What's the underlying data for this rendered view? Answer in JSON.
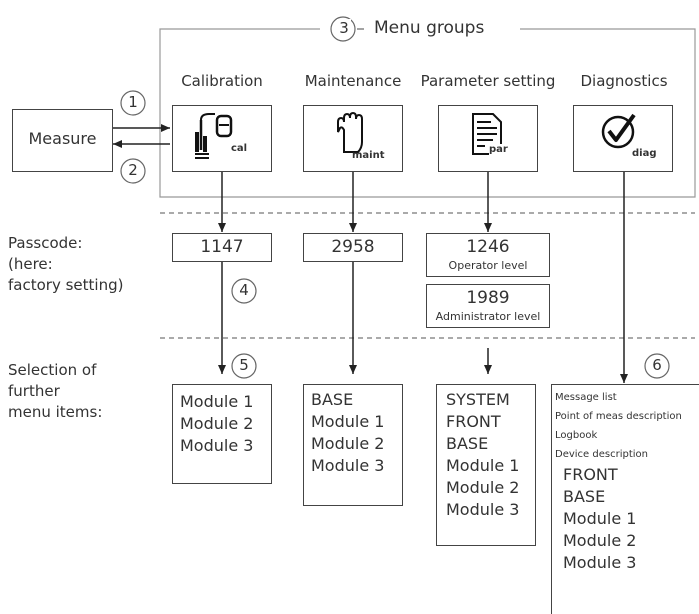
{
  "menu_groups": {
    "number": "3",
    "label": "Menu groups",
    "groups": [
      {
        "title": "Calibration",
        "icon_label": "cal",
        "icon": "calibration-icon"
      },
      {
        "title": "Maintenance",
        "icon_label": "maint",
        "icon": "hand-icon"
      },
      {
        "title": "Parameter setting",
        "icon_label": "par",
        "icon": "document-icon"
      },
      {
        "title": "Diagnostics",
        "icon_label": "diag",
        "icon": "checkmark-icon"
      }
    ]
  },
  "measure": {
    "label": "Measure"
  },
  "steps": {
    "s1": "1",
    "s2": "2",
    "s4": "4",
    "s5": "5",
    "s6": "6"
  },
  "passcode": {
    "label_lines": [
      "Passcode:",
      "(here:",
      "factory setting)"
    ],
    "calibration": "1147",
    "maintenance": "2958",
    "operator_code": "1246",
    "operator_label": "Operator level",
    "admin_code": "1989",
    "admin_label": "Administrator level"
  },
  "selection": {
    "label_lines": [
      "Selection of",
      "further",
      "menu items:"
    ],
    "calibration_items": [
      "Module 1",
      "Module 2",
      "Module 3"
    ],
    "maintenance_items": [
      "BASE",
      "Module 1",
      "Module 2",
      "Module 3"
    ],
    "parameter_items": [
      "SYSTEM",
      "FRONT",
      "BASE",
      "Module 1",
      "Module 2",
      "Module 3"
    ],
    "diagnostics_small_items": [
      "Message list",
      "Point of meas description",
      "Logbook",
      "Device description"
    ],
    "diagnostics_items": [
      "FRONT",
      "BASE",
      "Module 1",
      "Module 2",
      "Module 3"
    ]
  }
}
